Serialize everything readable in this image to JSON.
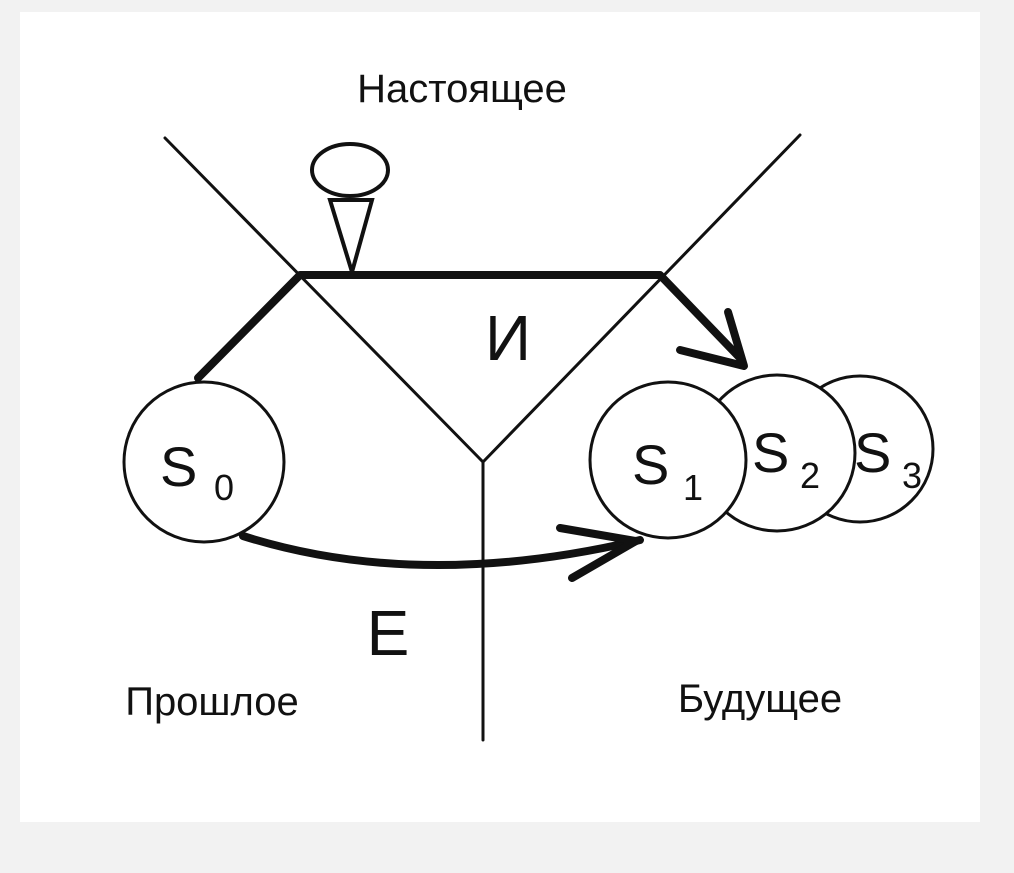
{
  "regions": {
    "present": "Настоящее",
    "past": "Прошлое",
    "future": "Будущее"
  },
  "paths": {
    "upper": "И",
    "lower": "Е"
  },
  "states": [
    {
      "letter": "S",
      "index": "0"
    },
    {
      "letter": "S",
      "index": "1"
    },
    {
      "letter": "S",
      "index": "2"
    },
    {
      "letter": "S",
      "index": "3"
    }
  ],
  "colors": {
    "background": "#ffffff",
    "frame": "#f2f2f2",
    "ink": "#111111"
  }
}
